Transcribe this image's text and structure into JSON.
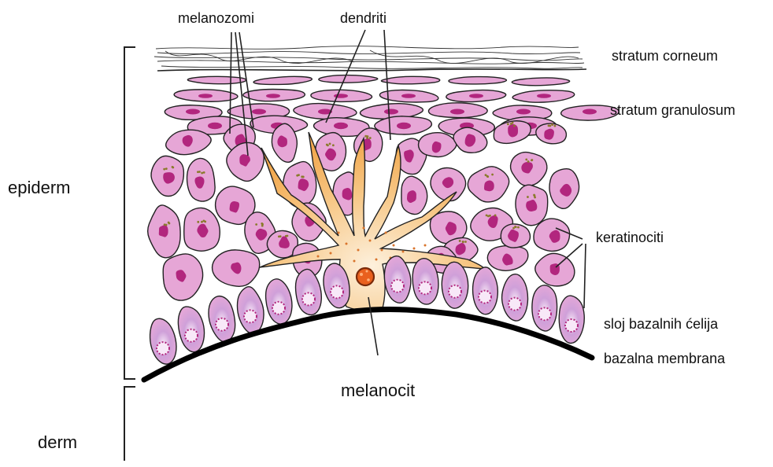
{
  "labels": {
    "melanozomi": "melanozomi",
    "dendriti": "dendriti",
    "stratum_corneum": "stratum corneum",
    "stratum_granulosum": "stratum granulosum",
    "epiderm": "epiderm",
    "keratinociti": "keratinociti",
    "sloj_bazalnih_celija": "sloj bazalnih ćelija",
    "bazalna_membrana": "bazalna membrana",
    "melanocit": "melanocit",
    "derm": "derm"
  },
  "colors": {
    "cell_fill": "#e6a6d6",
    "nucleus": "#b2267e",
    "basal_cell_fill": "#c997d6",
    "melanocyte_fill": "#f4b76a",
    "melanocyte_core": "#fbe4c6",
    "melanocyte_nucleus": "#e9601e",
    "outline": "#222222"
  }
}
